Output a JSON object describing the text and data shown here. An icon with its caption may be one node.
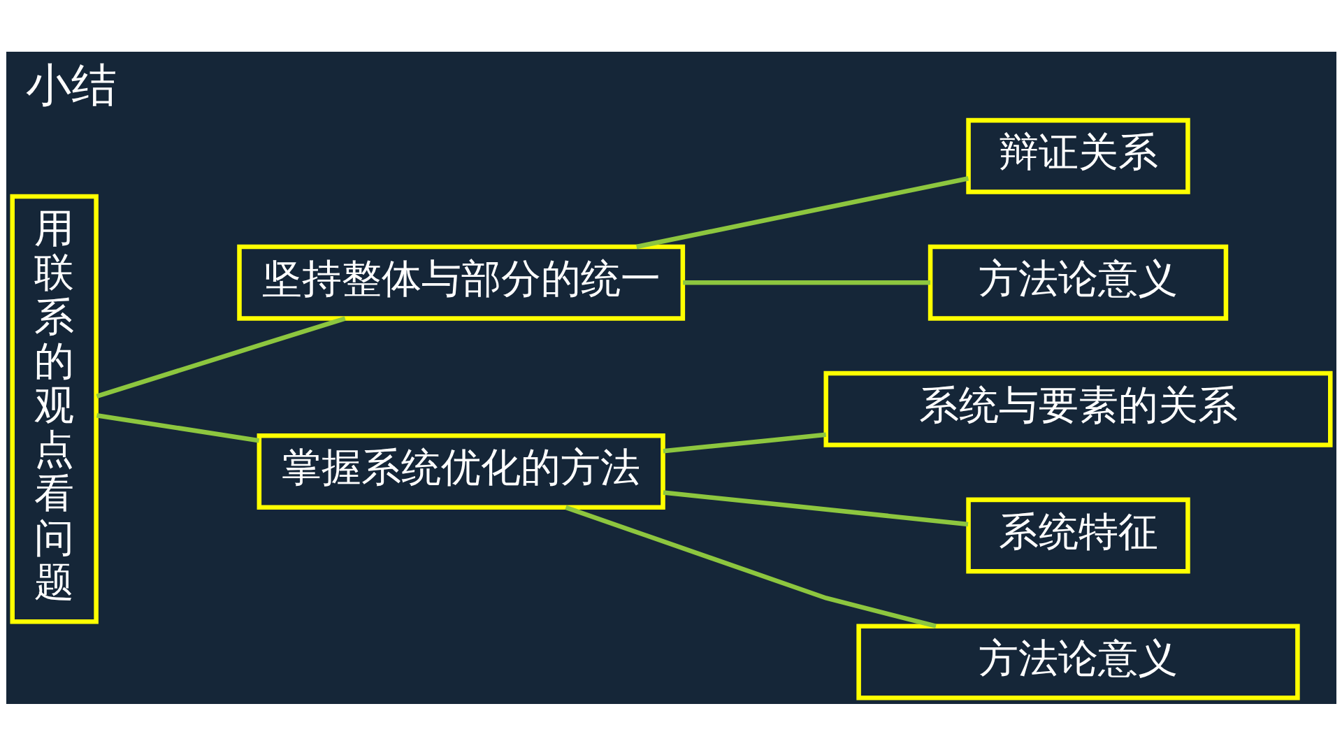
{
  "diagram": {
    "title": "小结",
    "nodes": [
      {
        "text": [
          "用联系的观点看问题"
        ]
      },
      {
        "text": [
          "坚持整体与部分的统一"
        ]
      },
      {
        "text": [
          "辩证关系"
        ]
      },
      {
        "text": [
          "方法论意义"
        ]
      },
      {
        "text": [
          "掌握系统优化的方法"
        ]
      },
      {
        "text": [
          "系统与要素的关系"
        ]
      },
      {
        "text": [
          "系统特征"
        ]
      },
      {
        "text": [
          "方法论意义"
        ]
      }
    ],
    "edges": [
      {
        "from": 0,
        "to": 1,
        "arrow": "none"
      },
      {
        "from": 0,
        "to": 4,
        "arrow": "none"
      },
      {
        "from": 1,
        "to": 2,
        "arrow": "none"
      },
      {
        "from": 1,
        "to": 3,
        "arrow": "none"
      },
      {
        "from": 4,
        "to": 5,
        "arrow": "none"
      },
      {
        "from": 4,
        "to": 6,
        "arrow": "none"
      },
      {
        "from": 4,
        "to": 7,
        "arrow": "none"
      }
    ]
  }
}
